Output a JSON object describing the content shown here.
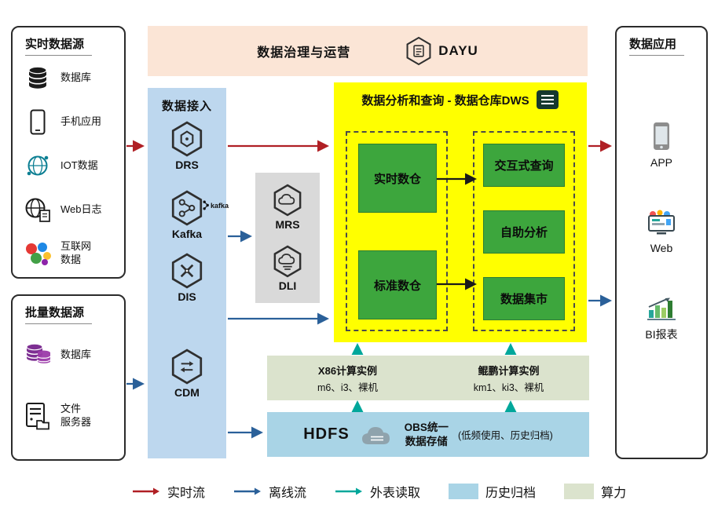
{
  "colors": {
    "realtime_flow": "#b01f24",
    "offline_flow": "#2a6099",
    "external_table_read": "#00a79b",
    "history_archive_fill": "#a9d4e6",
    "compute_fill": "#dbe3cd",
    "dws_fill": "#ffff00",
    "access_fill": "#bdd7ee",
    "governance_fill": "#fbe5d6",
    "services_fill": "#d9d9d9",
    "green_box_fill": "#3da63d"
  },
  "realtime_sources": {
    "title": "实时数据源",
    "items": [
      {
        "icon": "database-icon",
        "label": "数据库"
      },
      {
        "icon": "mobile-app-icon",
        "label": "手机应用"
      },
      {
        "icon": "iot-icon",
        "label": "IOT数据"
      },
      {
        "icon": "web-log-icon",
        "label": "Web日志"
      },
      {
        "icon": "internet-data-icon",
        "label": "互联网\n数据"
      }
    ]
  },
  "batch_sources": {
    "title": "批量数据源",
    "items": [
      {
        "icon": "database-purple-icon",
        "label": "数据库"
      },
      {
        "icon": "file-server-icon",
        "label": "文件\n服务器"
      }
    ]
  },
  "governance": {
    "title": "数据治理与运营",
    "brand": "DAYU"
  },
  "data_access": {
    "title": "数据接入",
    "services": [
      {
        "label": "DRS"
      },
      {
        "label": "Kafka",
        "badge": "kafka"
      },
      {
        "label": "DIS"
      },
      {
        "label": "CDM"
      }
    ]
  },
  "analytics_services": {
    "services": [
      {
        "label": "MRS"
      },
      {
        "label": "DLI"
      }
    ]
  },
  "dws": {
    "title": "数据分析和查询 - 数据仓库DWS",
    "warehouses": [
      "实时数仓",
      "标准数仓"
    ],
    "capabilities": [
      "交互式查询",
      "自助分析",
      "数据集市"
    ]
  },
  "compute_instances": [
    {
      "title": "X86计算实例",
      "specs": "m6、i3、裸机"
    },
    {
      "title": "鲲鹏计算实例",
      "specs": "km1、ki3、裸机"
    }
  ],
  "storage": {
    "hdfs": "HDFS",
    "obs_title_line1": "OBS统一",
    "obs_title_line2": "数据存储",
    "obs_note": "(低频使用、历史归档)"
  },
  "applications": {
    "title": "数据应用",
    "items": [
      {
        "label": "APP"
      },
      {
        "label": "Web"
      },
      {
        "label": "BI报表"
      }
    ]
  },
  "legend": [
    {
      "type": "arrow",
      "color": "#b01f24",
      "label": "实时流"
    },
    {
      "type": "arrow",
      "color": "#2a6099",
      "label": "离线流"
    },
    {
      "type": "arrow",
      "color": "#00a79b",
      "label": "外表读取"
    },
    {
      "type": "box",
      "color": "#a9d4e6",
      "label": "历史归档"
    },
    {
      "type": "box",
      "color": "#dbe3cd",
      "label": "算力"
    }
  ]
}
